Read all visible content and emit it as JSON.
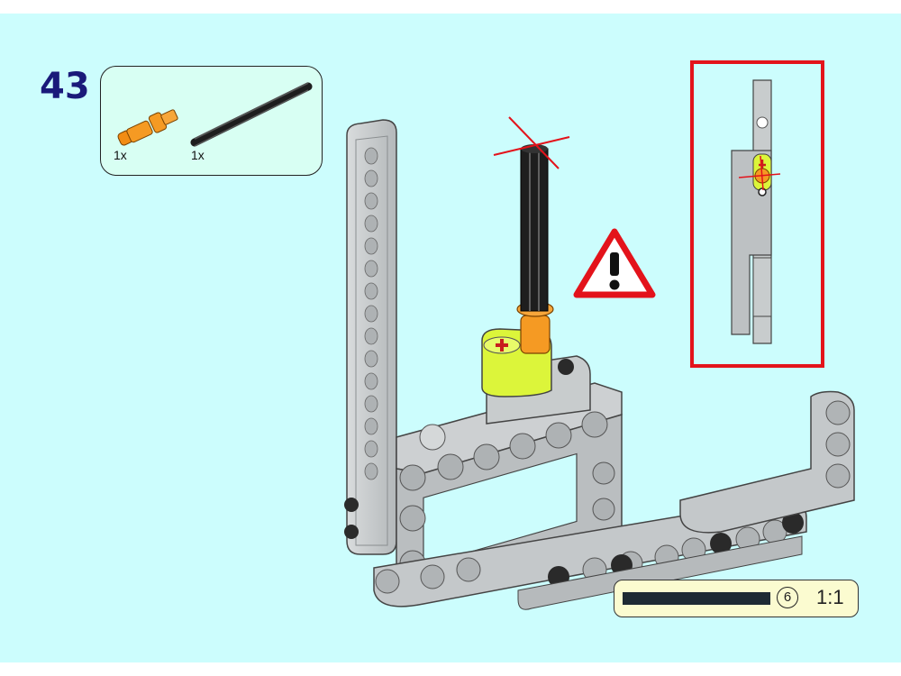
{
  "step": {
    "number": "43"
  },
  "parts_list": [
    {
      "name": "orange-pin-with-axle",
      "quantity": "1x",
      "color": "#f59a23"
    },
    {
      "name": "black-axle",
      "quantity": "1x",
      "color": "#2a2a2a"
    }
  ],
  "warning": {
    "icon": "warning-triangle-icon",
    "glyph": "!"
  },
  "callout": {
    "border_color": "#e3131b"
  },
  "progress": {
    "fraction": 1.0
  },
  "scale": {
    "pieces_badge": "6",
    "ratio": "1:1"
  },
  "colors": {
    "background": "#ccfdfd",
    "beam_gray": "#c8ccce",
    "lime": "#dcf53a",
    "orange": "#f59a23"
  }
}
